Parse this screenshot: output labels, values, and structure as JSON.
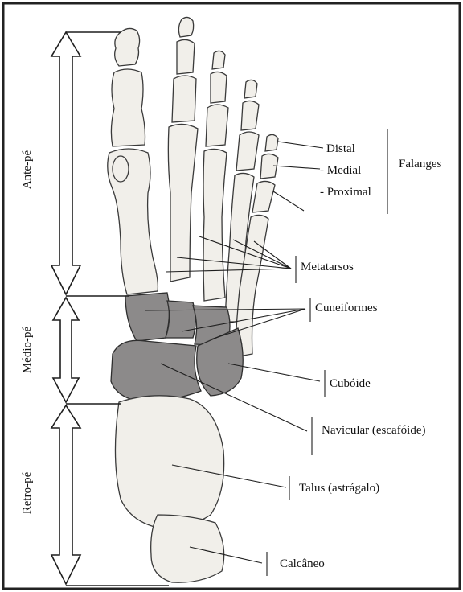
{
  "regions": {
    "forefoot": "Ante-pé",
    "midfoot": "Médio-pé",
    "hindfoot": "Retro-pé"
  },
  "labels": {
    "distal": "Distal",
    "medial": "- Medial",
    "proximal": "- Proximal",
    "phalanges": "Falanges",
    "metatarsals": "Metatarsos",
    "cuneiforms": "Cuneiformes",
    "cuboid": "Cubóide",
    "navicular": "Navicular (escafóide)",
    "talus": "Talus (astrágalo)",
    "calcaneus": "Calcâneo"
  },
  "colors": {
    "bone_fill": "#f1efea",
    "bone_stroke": "#3a3a3a",
    "midfoot_fill": "#8c8a8a",
    "frame": "#222222"
  }
}
